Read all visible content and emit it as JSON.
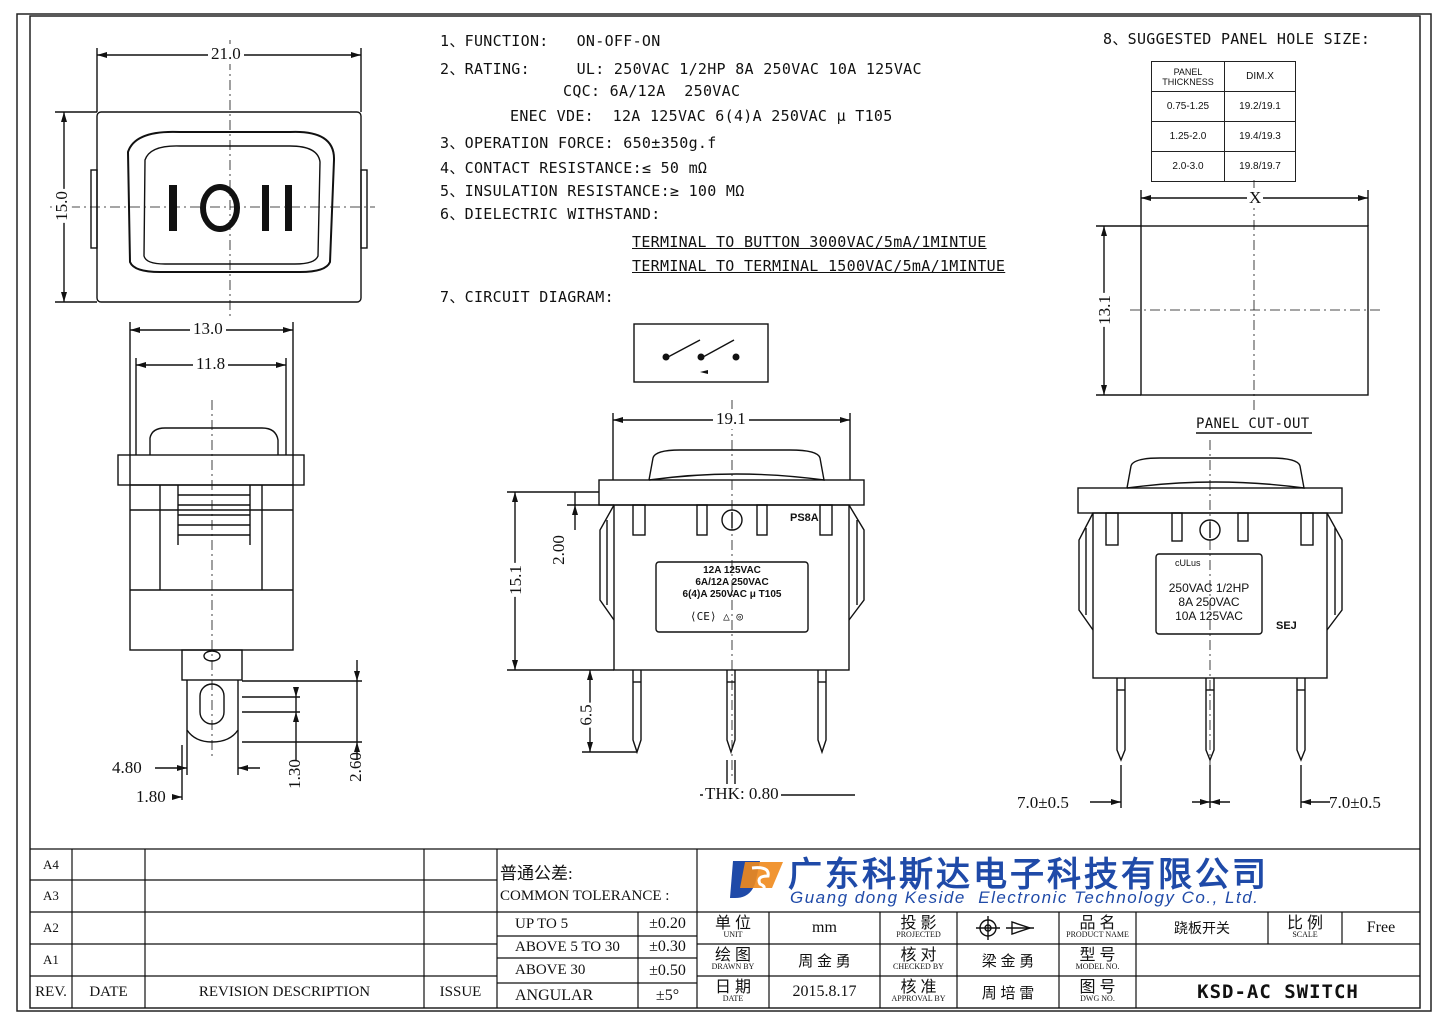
{
  "specs": {
    "function": "1、FUNCTION:   ON-OFF-ON",
    "rating_ul": "2、RATING:     UL: 250VAC 1/2HP 8A 250VAC 10A 125VAC",
    "rating_cqc": "CQC: 6A/12A  250VAC",
    "rating_enec": "ENEC VDE:  12A 125VAC 6(4)A 250VAC μ T105",
    "operation_force": "3、OPERATION FORCE: 650±350g.f",
    "contact_resistance": "4、CONTACT RESISTANCE:≤ 50 mΩ",
    "insulation_resistance": "5、INSULATION RESISTANCE:≥ 100 MΩ",
    "dielectric": "6、DIELECTRIC WITHSTAND:",
    "dielectric_1": "TERMINAL TO BUTTON 3000VAC/5mA/1MINTUE",
    "dielectric_2": "TERMINAL TO TERMINAL 1500VAC/5mA/1MINTUE",
    "circuit": "7、CIRCUIT DIAGRAM:",
    "panel_hole": "8、SUGGESTED PANEL HOLE SIZE:"
  },
  "hole_table": {
    "headers": [
      "PANEL THICKNESS",
      "DIM.X"
    ],
    "rows": [
      [
        "0.75-1.25",
        "19.2/19.1"
      ],
      [
        "1.25-2.0",
        "19.4/19.3"
      ],
      [
        "2.0-3.0",
        "19.8/19.7"
      ]
    ]
  },
  "panel_cutout_label": "PANEL CUT-OUT",
  "panel_x_label": "X",
  "dims": {
    "top_width": "21.0",
    "top_height": "15.0",
    "rocker_symbols": "I O II",
    "side_13": "13.0",
    "side_118": "11.8",
    "s_480": "4.80",
    "s_180": "1.80",
    "s_130": "1.30",
    "s_260": "2.60",
    "front_191": "19.1",
    "front_151": "15.1",
    "front_200": "2.00",
    "front_65": "6.5",
    "thk": "THK: 0.80",
    "cut_131": "13.1",
    "pitch_left": "7.0±0.5",
    "pitch_right": "7.0±0.5"
  },
  "front_label": {
    "mark": "PS8A",
    "line1": "12A 125VAC",
    "line2": "6A/12A 250VAC",
    "line3": "6(4)A 250VAC μ T105"
  },
  "back_label": {
    "line1": "250VAC 1/2HP",
    "line2": "8A  250VAC",
    "line3": "10A  125VAC",
    "mark": "SEJ",
    "ul_mark": "cULus"
  },
  "title_block": {
    "rev_rows": [
      "A4",
      "A3",
      "A2",
      "A1"
    ],
    "rev_headers": [
      "REV.",
      "DATE",
      "REVISION DESCRIPTION",
      "ISSUE"
    ],
    "tolerance_cn": "普通公差:",
    "tolerance_en": "COMMON TOLERANCE :",
    "tolerances": [
      [
        "UP TO 5",
        "±0.20"
      ],
      [
        "ABOVE 5 TO 30",
        "±0.30"
      ],
      [
        "ABOVE 30",
        "±0.50"
      ],
      [
        "ANGULAR",
        "±5°"
      ]
    ],
    "company_cn": "广东科斯达电子科技有限公司",
    "company_en": "Guang dong Keside  Electronic Technology Co., Ltd.",
    "unit_cn": "单 位",
    "unit_en": "UNIT",
    "unit_val": "mm",
    "projected_cn": "投 影",
    "projected_en": "PROJECTED",
    "product_cn": "品 名",
    "product_en": "PRODUCT NAME",
    "product_val": "跷板开关",
    "scale_cn": "比 例",
    "scale_en": "SCALE",
    "scale_val": "Free",
    "drawn_cn": "绘 图",
    "drawn_en": "DRAWN BY",
    "drawn_val": "周 金 勇",
    "checked_cn": "核 对",
    "checked_en": "CHECKED BY",
    "checked_val": "梁 金 勇",
    "model_cn": "型 号",
    "model_en": "MODEL NO.",
    "date_cn": "日 期",
    "date_en": "DATE",
    "date_val": "2015.8.17",
    "approval_cn": "核 准",
    "approval_en": "APPROVAL BY",
    "approval_val": "周 培 雷",
    "dwg_cn": "图 号",
    "dwg_en": "DWG NO.",
    "dwg_val": "KSD-AC SWITCH"
  },
  "colors": {
    "logo_blue": "#1f4aa8",
    "logo_orange": "#f08a1c",
    "line": "#111111"
  }
}
